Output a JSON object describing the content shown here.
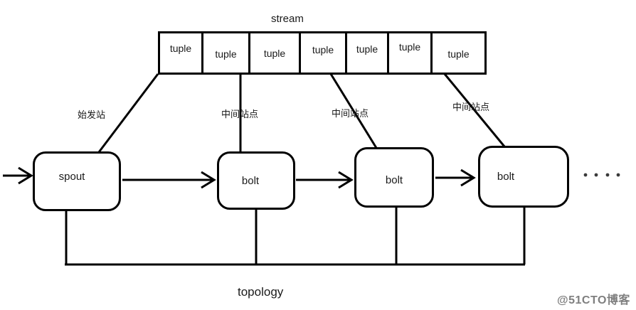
{
  "diagram": {
    "stream_label": "stream",
    "tuples": [
      "tuple",
      "tuple",
      "tuple",
      "tuple",
      "tuple",
      "tuple",
      "tuple"
    ],
    "nodes": {
      "spout": "spout",
      "bolt1": "bolt",
      "bolt2": "bolt",
      "bolt3": "bolt"
    },
    "edge_labels": {
      "start_station": "始发站",
      "mid_station_1": "中间站点",
      "mid_station_2": "中间站点",
      "mid_station_3": "中间站点"
    },
    "topology_label": "topology",
    "ellipsis": "· · · ·",
    "watermark": "@51CTO博客",
    "colors": {
      "line": "#000000",
      "text": "#1a1a1a",
      "watermark": "#7f7f7f",
      "background": "#ffffff"
    }
  }
}
